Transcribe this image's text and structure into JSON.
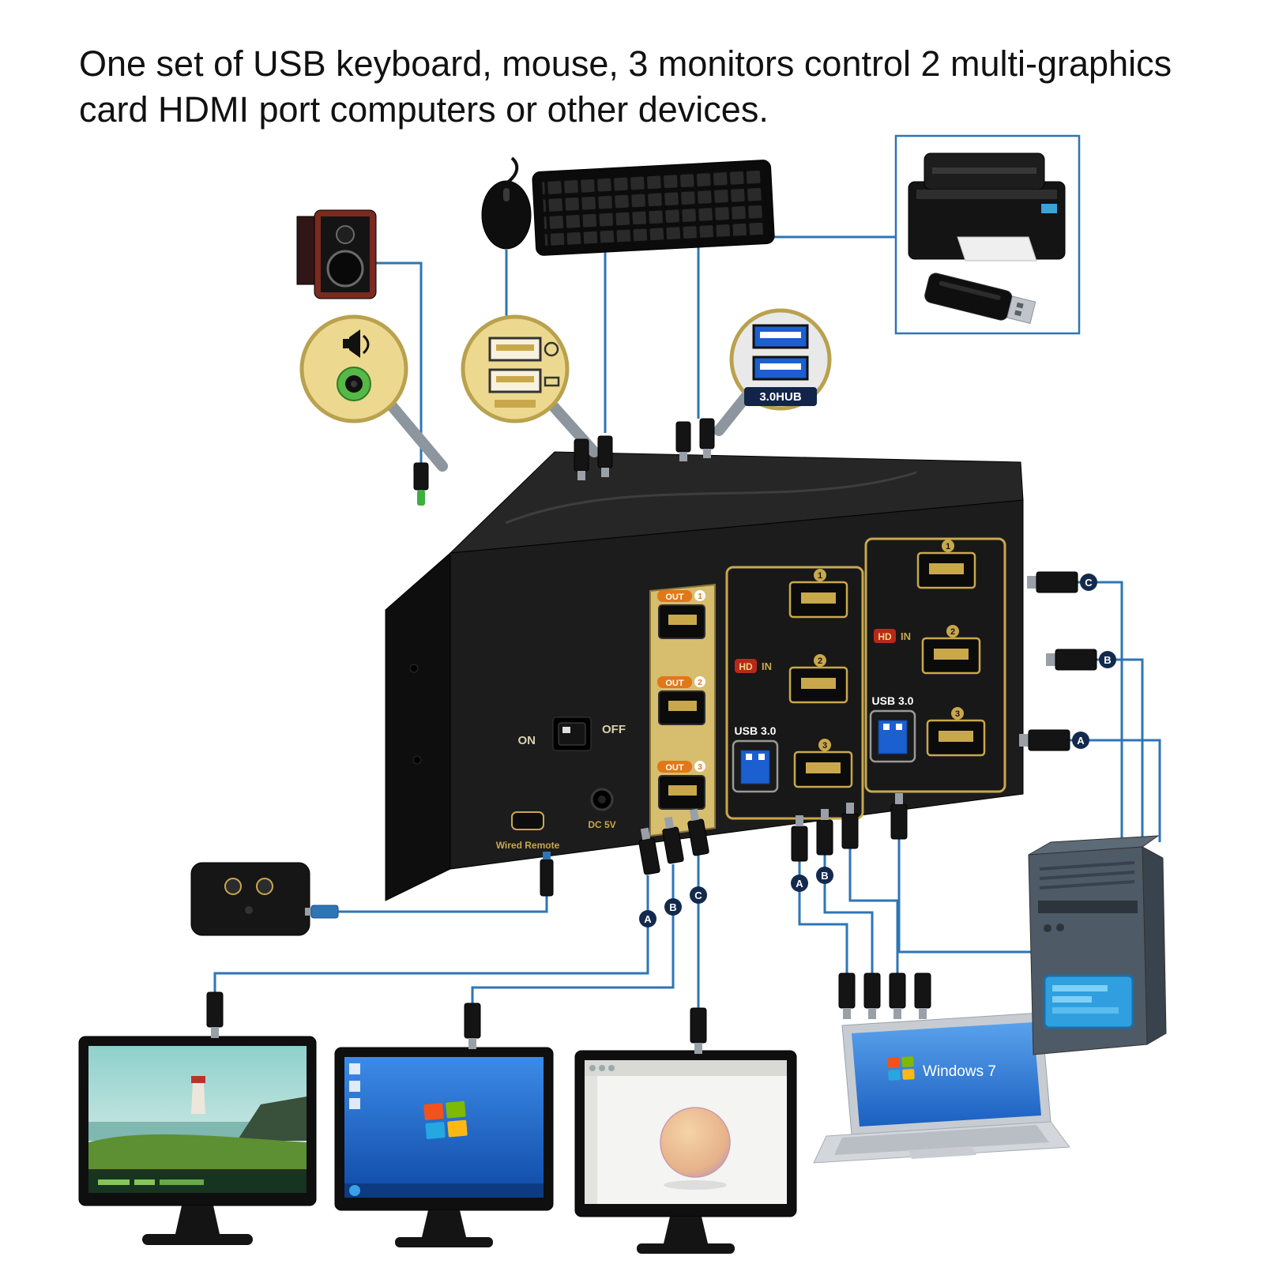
{
  "title": {
    "line1": "One set of USB keyboard, mouse, 3 monitors control 2 multi-graphics",
    "line2": "card HDMI port computers or other devices."
  },
  "colors": {
    "connection_line": "#2e75b6",
    "gold": "#c9a84c",
    "usb_blue": "#1b5fd0",
    "box_black": "#1c1c1c"
  },
  "kvm_switch": {
    "power_on_label": "ON",
    "power_off_label": "OFF",
    "out_ports": [
      {
        "label": "OUT",
        "num": "1"
      },
      {
        "label": "OUT",
        "num": "2"
      },
      {
        "label": "OUT",
        "num": "3"
      }
    ],
    "hdmi_in_badge": {
      "hd": "HD",
      "in": "IN"
    },
    "usb3_port_label": "USB 3.0",
    "dc_power_label": "DC 5V",
    "wired_remote_label": "Wired Remote",
    "input_port_nums": [
      "1",
      "2",
      "3"
    ]
  },
  "magnifier_usb3_hub_label": "3.0HUB",
  "cable_labels": {
    "monitor_cables": [
      "A",
      "B",
      "C"
    ],
    "laptop_cables": [
      "A",
      "B"
    ],
    "tower_cables": [
      "C",
      "B",
      "A"
    ]
  },
  "laptop_screen_label": "Windows 7"
}
